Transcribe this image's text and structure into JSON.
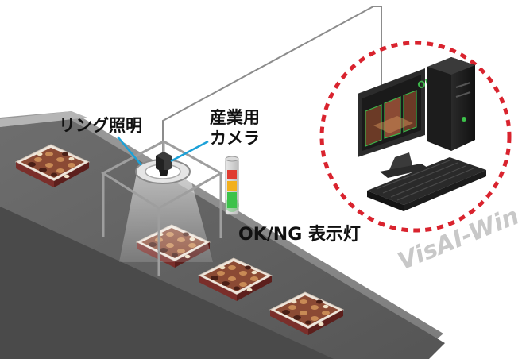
{
  "labels": {
    "ring_light": "リング照明",
    "camera_line1": "産業用",
    "camera_line2": "カメラ",
    "indicator": "OK/NG 表示灯",
    "brand": "VisAI-Win",
    "screen_status": "OK"
  },
  "icons": {
    "camera": "industrial-camera-icon",
    "ring": "ring-light-icon",
    "tower": "signal-tower-icon",
    "computer": "desktop-computer-icon",
    "keyboard": "keyboard-icon",
    "chocolate": "chocolate-box-icon"
  },
  "colors": {
    "dashed_circle": "#d9232e",
    "callout_line": "#1ba1d8",
    "screen_ok": "#3cb54a",
    "tower_red": "#e03c31",
    "tower_yellow": "#f2b01e",
    "tower_green": "#3cc24a",
    "brand_text": "#c8c8c8"
  }
}
